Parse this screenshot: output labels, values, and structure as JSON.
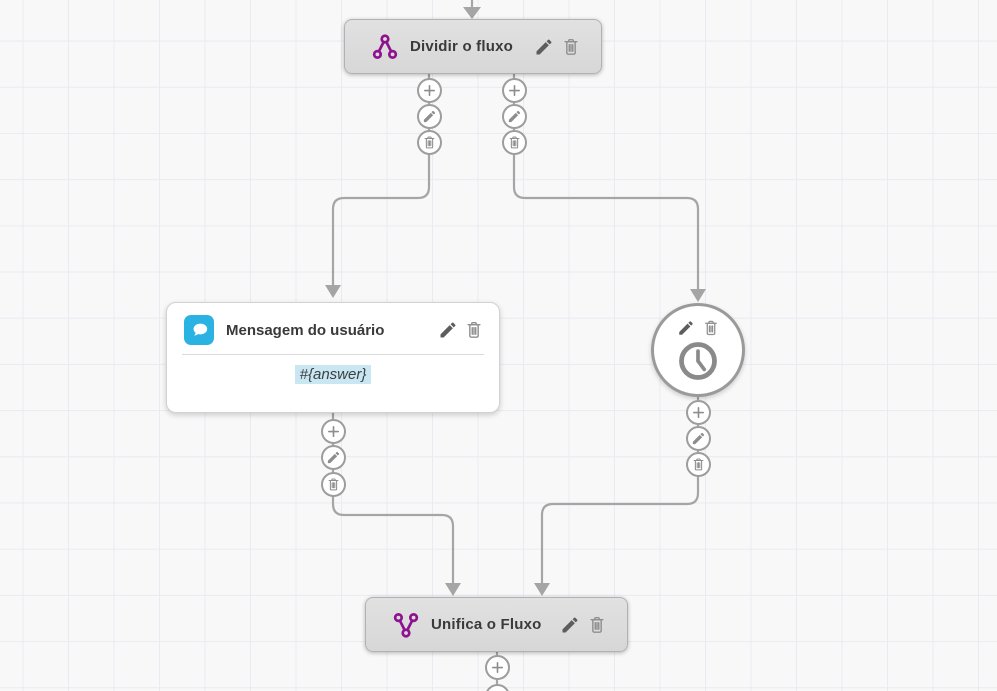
{
  "palette": {
    "canvas_bg": "#f8f8f9",
    "grid_line": "#e9ebf2",
    "connector": "#a5a5a5",
    "accent_purple": "#8e128e",
    "accent_blue": "#2ab2e3",
    "variable_highlight": "#c9e6f3"
  },
  "icons": {
    "split": "split-icon",
    "merge": "merge-icon",
    "user_message": "chat-bubble-icon",
    "timer": "clock-icon",
    "edit": "pencil-icon",
    "delete": "trash-icon",
    "add": "plus-icon",
    "flow_direction": "arrow-down-icon"
  },
  "nodes": {
    "split": {
      "label": "Dividir o fluxo"
    },
    "user_message": {
      "label": "Mensagem do usuário",
      "body_text": "#{answer}"
    },
    "timer": {},
    "merge": {
      "label": "Unifica o Fluxo"
    }
  }
}
